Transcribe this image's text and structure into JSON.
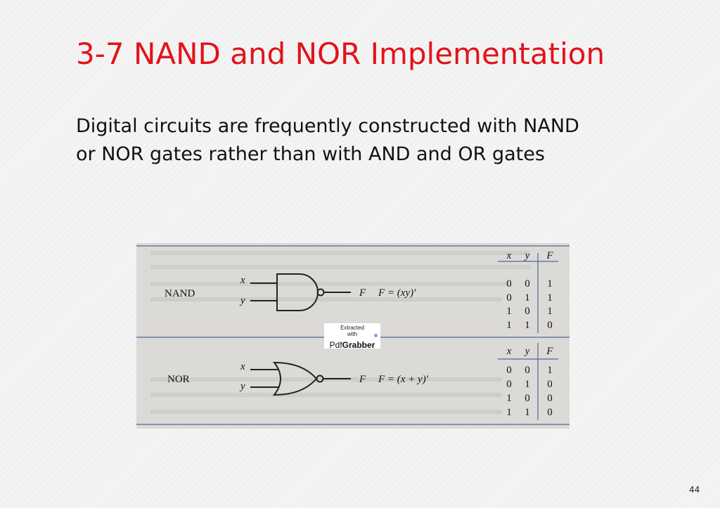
{
  "slide": {
    "title": "3-7 NAND and NOR Implementation",
    "body_line1": "Digital circuits are frequently constructed with NAND",
    "body_line2": "or NOR gates rather than with AND and OR gates",
    "page_number": "44"
  },
  "figure": {
    "nand": {
      "label": "NAND",
      "input_x": "x",
      "input_y": "y",
      "output": "F",
      "equation": "F = (xy)′",
      "truth_table": {
        "headers": [
          "x",
          "y",
          "F"
        ],
        "rows": [
          [
            "0",
            "0",
            "1"
          ],
          [
            "0",
            "1",
            "1"
          ],
          [
            "1",
            "0",
            "1"
          ],
          [
            "1",
            "1",
            "0"
          ]
        ]
      }
    },
    "nor": {
      "label": "NOR",
      "input_x": "x",
      "input_y": "y",
      "output": "F",
      "equation": "F = (x + y)′",
      "truth_table": {
        "headers": [
          "x",
          "y",
          "F"
        ],
        "rows": [
          [
            "0",
            "0",
            "1"
          ],
          [
            "0",
            "1",
            "0"
          ],
          [
            "1",
            "0",
            "0"
          ],
          [
            "1",
            "1",
            "0"
          ]
        ]
      }
    }
  },
  "watermark": {
    "line1": "Extracted",
    "line2": "with",
    "brand_a": "Pdf",
    "brand_b": "Grabber"
  }
}
